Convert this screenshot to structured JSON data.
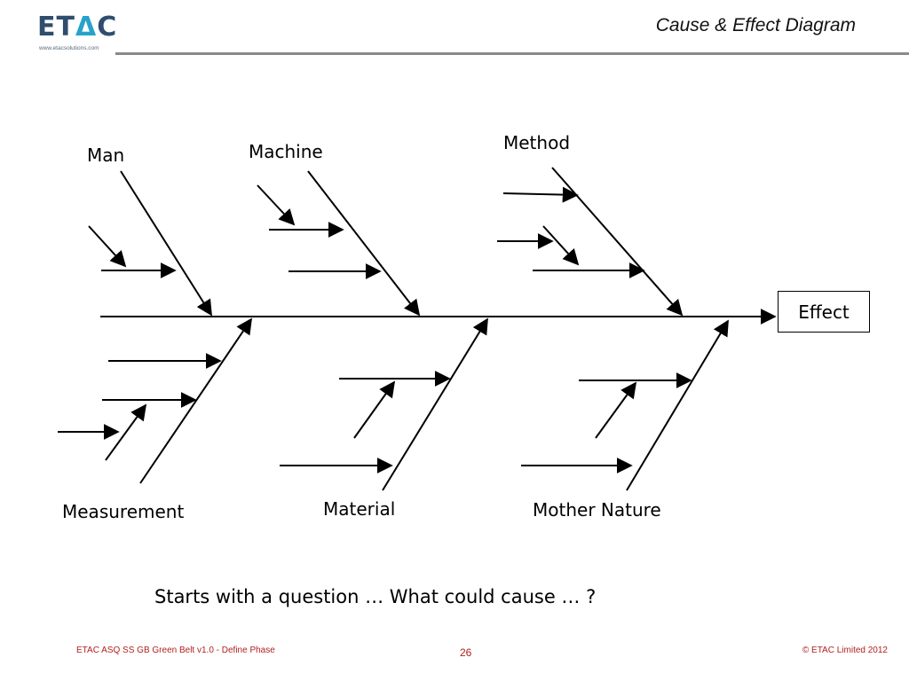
{
  "header": {
    "logo_text_a": "ET",
    "logo_text_b": "Δ",
    "logo_text_c": "C",
    "logo_url": "www.etacsolutions.com",
    "title": "Cause & Effect Diagram"
  },
  "diagram": {
    "categories": {
      "man": "Man",
      "machine": "Machine",
      "method": "Method",
      "measurement": "Measurement",
      "material": "Material",
      "mother_nature": "Mother Nature"
    },
    "effect": "Effect"
  },
  "caption": "Starts with a question … What could cause … ?",
  "footer": {
    "course": "ETAC ASQ SS GB Green Belt v1.0 - Define Phase",
    "page_number": "26",
    "copyright": "© ETAC Limited 2012"
  },
  "colors": {
    "logo_primary": "#2f4d6e",
    "logo_accent": "#27a3c9",
    "footer_text": "#b0211f",
    "header_rule": "#8a8a8a"
  }
}
